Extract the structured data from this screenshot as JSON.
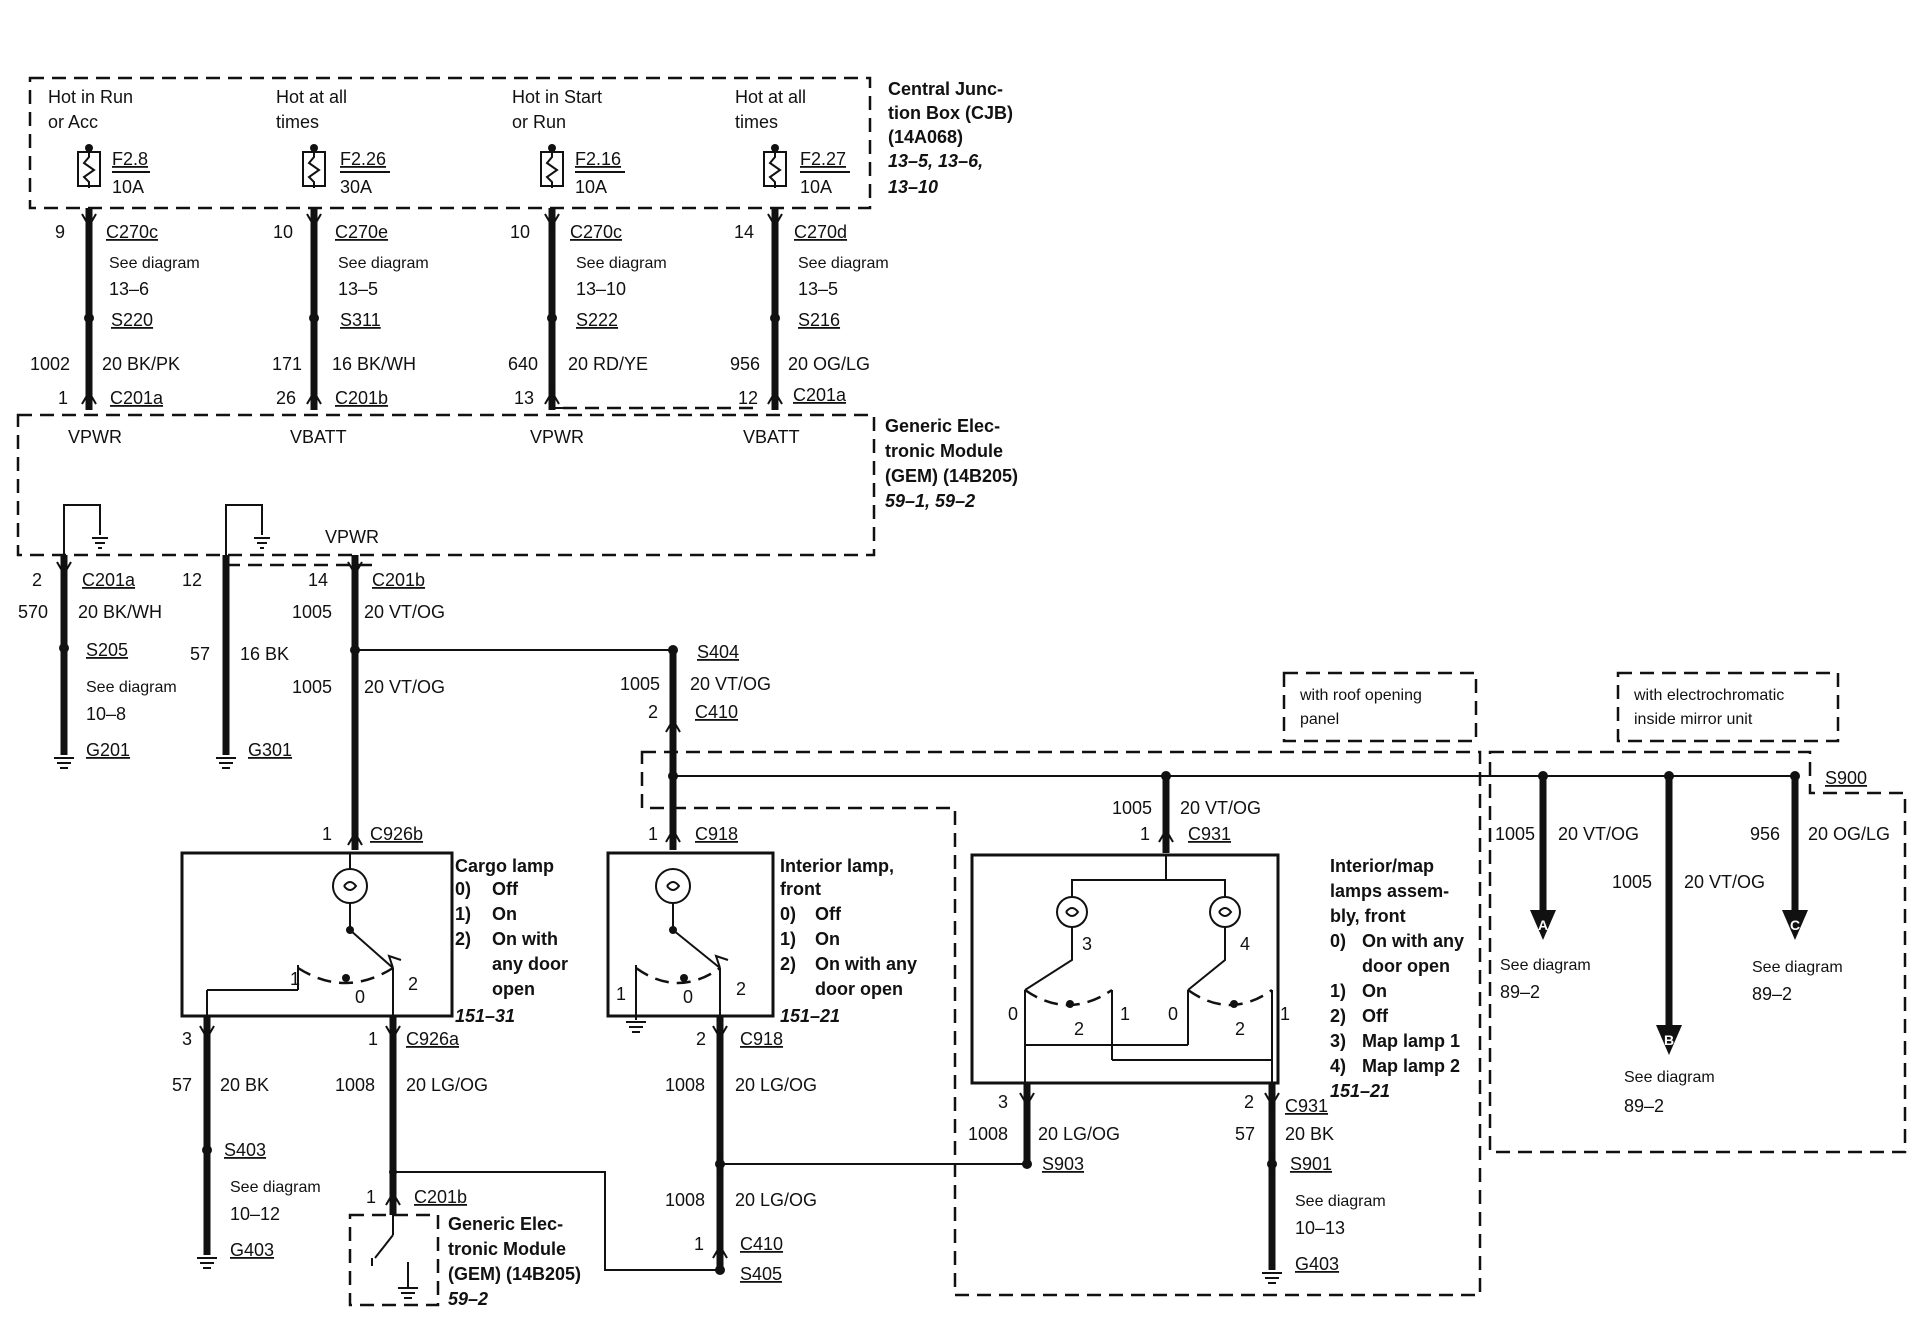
{
  "cjb": {
    "title": [
      "Central Junc-",
      "tion Box (CJB)",
      "(14A068)"
    ],
    "refs": [
      "13–5, 13–6,",
      "13–10"
    ],
    "feeds": [
      {
        "label": [
          "Hot in Run",
          "or Acc"
        ],
        "fuse": "F2.8",
        "amp": "10A"
      },
      {
        "label": [
          "Hot at all",
          "times"
        ],
        "fuse": "F2.26",
        "amp": "30A"
      },
      {
        "label": [
          "Hot in Start",
          "or Run"
        ],
        "fuse": "F2.16",
        "amp": "10A"
      },
      {
        "label": [
          "Hot at all",
          "times"
        ],
        "fuse": "F2.27",
        "amp": "10A"
      }
    ]
  },
  "top_circuits": [
    {
      "pin": "9",
      "conn": "C270c",
      "see": "See diagram",
      "see_ref": "13–6",
      "splice": "S220",
      "circuit": "1002",
      "wire": "20 BK/PK",
      "gem_pin": "1",
      "gem_conn": "C201a",
      "gem_label": "VPWR"
    },
    {
      "pin": "10",
      "conn": "C270e",
      "see": "See diagram",
      "see_ref": "13–5",
      "splice": "S311",
      "circuit": "171",
      "wire": "16 BK/WH",
      "gem_pin": "26",
      "gem_conn": "C201b",
      "gem_label": "VBATT"
    },
    {
      "pin": "10",
      "conn": "C270c",
      "see": "See diagram",
      "see_ref": "13–10",
      "splice": "S222",
      "circuit": "640",
      "wire": "20 RD/YE",
      "gem_pin": "13",
      "gem_conn": "",
      "gem_label": "VPWR"
    },
    {
      "pin": "14",
      "conn": "C270d",
      "see": "See diagram",
      "see_ref": "13–5",
      "splice": "S216",
      "circuit": "956",
      "wire": "20 OG/LG",
      "gem_pin": "12",
      "gem_conn": "C201a",
      "gem_label": "VBATT"
    }
  ],
  "gem": {
    "title": [
      "Generic Elec-",
      "tronic Module",
      "(GEM) (14B205)"
    ],
    "refs": "59–1, 59–2",
    "vpwr_out": "VPWR"
  },
  "gem_out": [
    {
      "pin": "2",
      "conn": "C201a",
      "circuit": "570",
      "wire": "20 BK/WH",
      "splice": "S205",
      "see": "See diagram",
      "see_ref": "10–8",
      "ground": "G201"
    },
    {
      "pin": "12",
      "circuit": "57",
      "wire": "16 BK",
      "ground": "G301"
    },
    {
      "pin": "14",
      "conn": "C201b",
      "circuit": "1005",
      "wire": "20 VT/OG",
      "circuit2": "1005",
      "wire2": "20 VT/OG"
    }
  ],
  "s404": {
    "splice": "S404",
    "circuit": "1005",
    "wire": "20 VT/OG",
    "pin": "2",
    "conn": "C410"
  },
  "options": {
    "roof": [
      "with roof opening",
      "panel"
    ],
    "mirror": [
      "with electrochromatic",
      "inside mirror unit"
    ]
  },
  "cargo": {
    "pin_in": "1",
    "conn_in": "C926b",
    "title": "Cargo lamp",
    "states": [
      [
        "0)",
        "Off"
      ],
      [
        "1)",
        "On"
      ],
      [
        "2)",
        "On with"
      ]
    ],
    "states_cont": [
      "any door",
      "open"
    ],
    "ref": "151–31",
    "sw": [
      "1",
      "0",
      "2"
    ],
    "pin_l": "3",
    "pin_r": "1",
    "conn_out": "C926a",
    "left": {
      "circuit": "57",
      "wire": "20 BK",
      "splice": "S403",
      "see": "See diagram",
      "see_ref": "10–12",
      "ground": "G403"
    },
    "right": {
      "circuit": "1008",
      "wire": "20 LG/OG"
    }
  },
  "gem2": {
    "pin": "1",
    "conn": "C201b",
    "title": [
      "Generic Elec-",
      "tronic Module",
      "(GEM) (14B205)"
    ],
    "ref": "59–2"
  },
  "interior": {
    "pin_in": "1",
    "conn_in": "C918",
    "title": [
      "Interior lamp,",
      "front"
    ],
    "states": [
      [
        "0)",
        "Off"
      ],
      [
        "1)",
        "On"
      ],
      [
        "2)",
        "On with any"
      ]
    ],
    "states_cont": "door open",
    "ref": "151–21",
    "sw": [
      "1",
      "0",
      "2"
    ],
    "pin_out": "2",
    "conn_out": "C918",
    "circuit": "1008",
    "wire": "20 LG/OG",
    "circuit2": "1008",
    "wire2": "20 LG/OG",
    "pin_s405": "1",
    "conn_s405": "C410",
    "splice": "S405"
  },
  "map": {
    "circuit_in": "1005",
    "wire_in": "20 VT/OG",
    "pin_in": "1",
    "conn_in": "C931",
    "title": [
      "Interior/map",
      "lamps assem-",
      "bly, front"
    ],
    "states": [
      [
        "0)",
        "On with any"
      ],
      [
        "",
        "door open"
      ],
      [
        "1)",
        "On"
      ],
      [
        "2)",
        "Off"
      ],
      [
        "3)",
        "Map lamp 1"
      ],
      [
        "4)",
        "Map lamp 2"
      ]
    ],
    "ref": "151–21",
    "lamp_labels": [
      "3",
      "4"
    ],
    "sw": [
      "0",
      "2",
      "1",
      "0",
      "2",
      "1"
    ],
    "left": {
      "pin": "3",
      "circuit": "1008",
      "wire": "20 LG/OG",
      "splice": "S903"
    },
    "right": {
      "pin": "2",
      "conn": "C931",
      "circuit": "57",
      "wire": "20 BK",
      "splice": "S901",
      "see": "See diagram",
      "see_ref": "10–13",
      "ground": "G403"
    }
  },
  "mirror": {
    "splice": "S900",
    "branches": [
      {
        "circuit": "1005",
        "wire": "20 VT/OG",
        "arrow": "A",
        "see": "See diagram",
        "see_ref": "89–2"
      },
      {
        "circuit": "1005",
        "wire": "20 VT/OG",
        "arrow": "B",
        "see": "See diagram",
        "see_ref": "89–2"
      },
      {
        "circuit": "956",
        "wire": "20 OG/LG",
        "arrow": "C",
        "see": "See diagram",
        "see_ref": "89–2"
      }
    ]
  }
}
